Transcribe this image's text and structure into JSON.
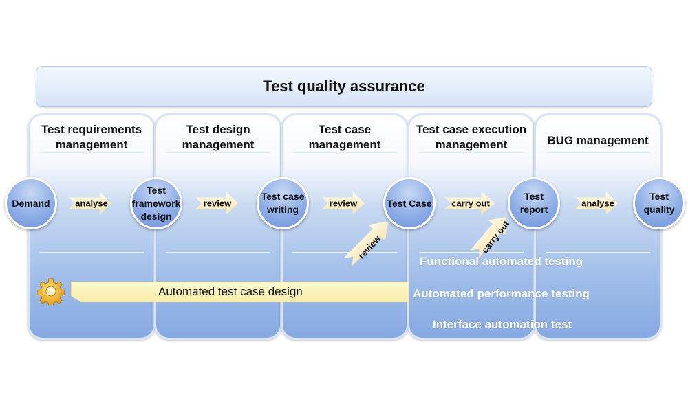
{
  "banner": {
    "title": "Test quality assurance"
  },
  "columns": [
    {
      "title": "Test requirements management"
    },
    {
      "title": "Test design management"
    },
    {
      "title": "Test case management"
    },
    {
      "title": "Test case execution management"
    },
    {
      "title": "BUG management"
    }
  ],
  "nodes": {
    "demand": "Demand",
    "framework": "Test framework design",
    "writing": "Test case writing",
    "test_case": "Test Case",
    "report": "Test report",
    "quality": "Test quality"
  },
  "arrows": {
    "analyse_1": "analyse",
    "review_1": "review",
    "review_2": "review",
    "carry_out_1": "carry out",
    "analyse_2": "analyse",
    "review_diag": "review",
    "carry_out_diag": "carry out"
  },
  "automation": {
    "design": "Automated test case design",
    "functional": "Functional automated testing",
    "performance": "Automated performance testing",
    "interface": "Interface automation test"
  },
  "colors": {
    "node_fill": "#8eaee6",
    "arrow_fill": "#f5e4b0",
    "column_bottom": "#86a9e2",
    "automation_bar": "#f6eda6"
  },
  "icons": {
    "automation": "gear-icon"
  }
}
